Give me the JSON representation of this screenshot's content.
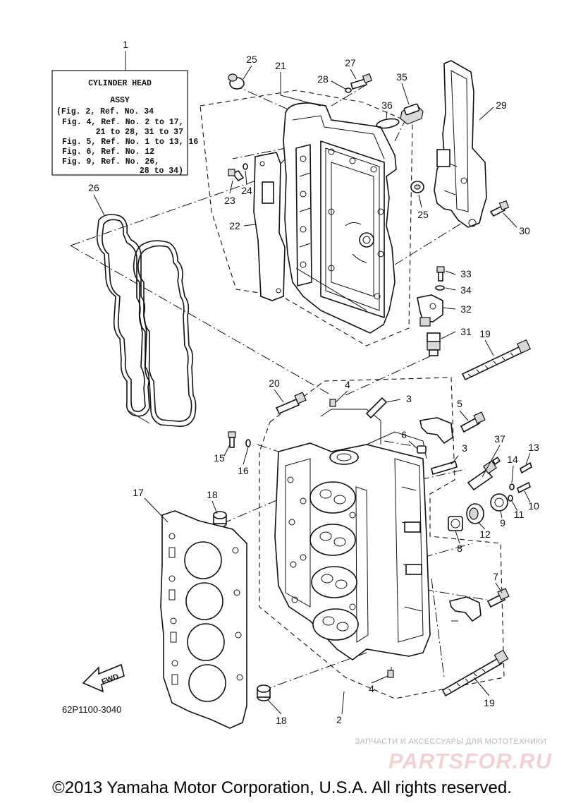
{
  "info_box": {
    "title_line1": "CYLINDER HEAD",
    "title_line2": "ASSY",
    "lines": [
      "(Fig. 2, Ref. No. 34",
      "Fig. 4, Ref. No. 2 to 17,",
      "21 to 28, 31 to 37",
      "Fig. 5, Ref. No. 1 to 13, 16",
      "Fig. 6, Ref. No. 12",
      "Fig. 9, Ref. No. 26,",
      "28 to 34)"
    ]
  },
  "callouts": [
    "1",
    "2",
    "3",
    "3",
    "4",
    "4",
    "5",
    "6",
    "7",
    "8",
    "9",
    "10",
    "11",
    "12",
    "13",
    "14",
    "15",
    "16",
    "17",
    "18",
    "18",
    "19",
    "19",
    "20",
    "21",
    "22",
    "23",
    "24",
    "25",
    "25",
    "26",
    "27",
    "28",
    "29",
    "30",
    "31",
    "32",
    "33",
    "34",
    "35",
    "36",
    "37"
  ],
  "fwd_label": "FWD",
  "diagram_code": "62P1100-3040",
  "watermark": {
    "line1": "ЗАПЧАСТИ И АКСЕССУАРЫ ДЛЯ МОТОТЕХНИКИ",
    "line2": "PARTSFOR.RU"
  },
  "copyright": "©2013 Yamaha Motor Corporation, U.S.A. All rights reserved."
}
